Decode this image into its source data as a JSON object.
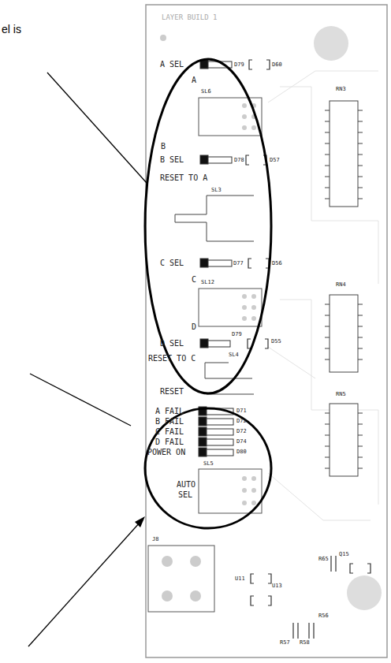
{
  "diagram": {
    "labels": [
      "el is",
      "LAYER BUILD 1",
      "A SEL",
      "D79",
      "D60",
      "A",
      "SL6",
      "B",
      "B SEL",
      "D78",
      "D57",
      "RESET TO A",
      "SL3",
      "C SEL",
      "D77",
      "D56",
      "C",
      "SL12",
      "D",
      "D SEL",
      "D79",
      "D55",
      "RESET TO C",
      "SL4",
      "RESET",
      "A FAIL",
      "D71",
      "B FAIL",
      "D72",
      "C FAIL",
      "D72",
      "D FAIL",
      "D74",
      "POWER ON",
      "D80",
      "SL5",
      "AUTO",
      "SEL",
      "J8",
      "U11",
      "U13",
      "Q15",
      "R65",
      "R56",
      "R57",
      "R58",
      "RN3",
      "RN4",
      "RN5"
    ]
  }
}
